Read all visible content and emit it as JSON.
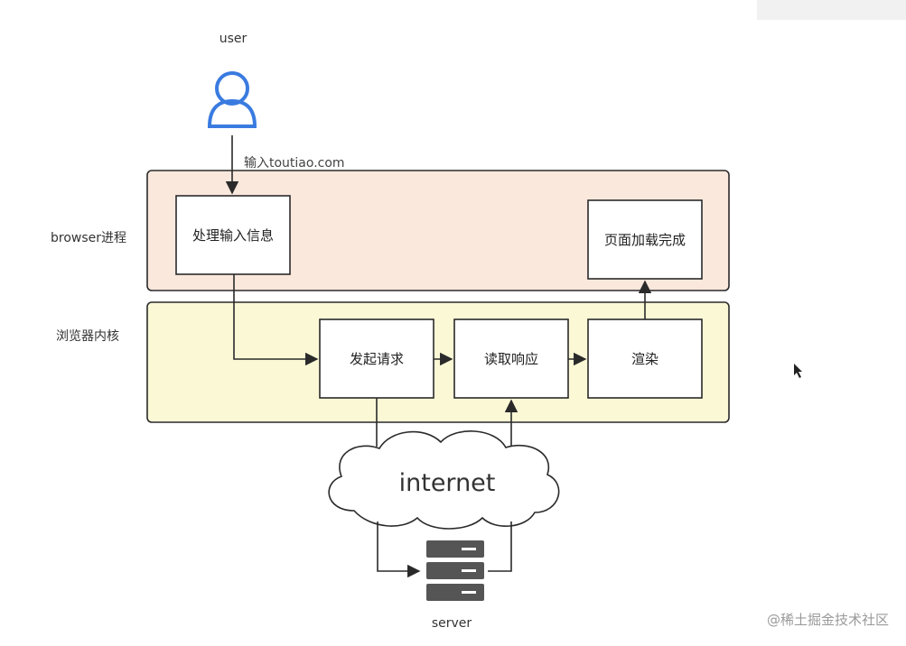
{
  "user_label": "user",
  "input_label": "输入toutiao.com",
  "lanes": {
    "browser": "browser进程",
    "kernel": "浏览器内核"
  },
  "boxes": {
    "handle_input": "处理输入信息",
    "page_loaded": "页面加载完成",
    "send_request": "发起请求",
    "read_response": "读取响应",
    "render": "渲染"
  },
  "internet_label": "internet",
  "server_label": "server",
  "watermark": "@稀土掘金技术社区",
  "colors": {
    "browser_lane": "#fbe8dd",
    "kernel_lane": "#fbf8d6",
    "user_icon": "#3a7be0",
    "server": "#555555"
  },
  "icons": [
    "user-icon",
    "server-icon",
    "cloud-shape",
    "cursor-icon"
  ]
}
